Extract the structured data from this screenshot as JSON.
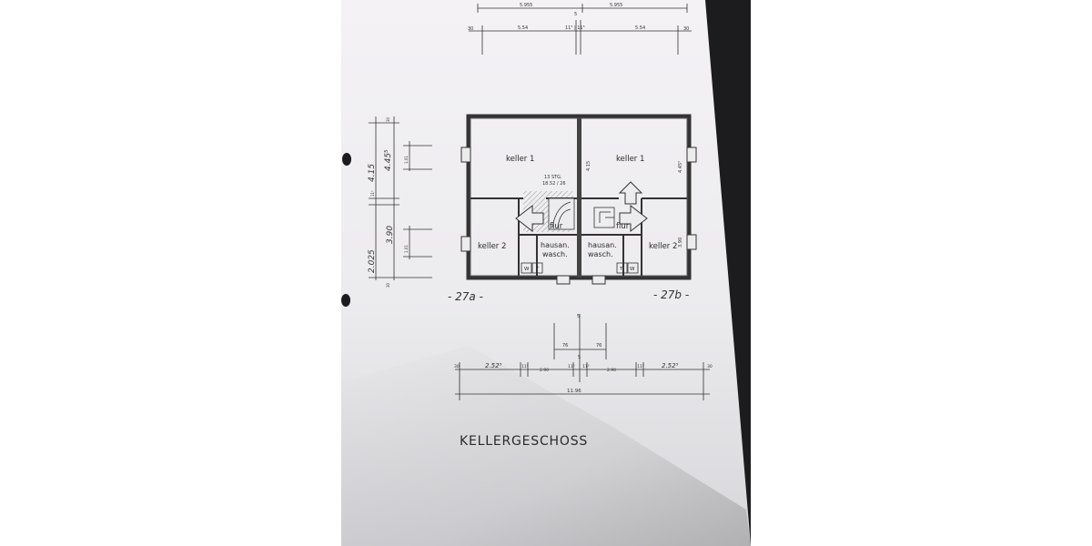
{
  "sheet": {
    "title": "KELLERGESCHOSS",
    "house_left": "- 27a -",
    "house_right": "- 27b -"
  },
  "rooms": {
    "keller1_left": "keller 1",
    "keller1_right": "keller 1",
    "keller2_left": "keller 2",
    "keller2_right": "keller 2",
    "flur_left": "flur",
    "flur_right": "flur",
    "hausan_left_1": "hausan.",
    "hausan_left_2": "wasch.",
    "hausan_right_1": "hausan.",
    "hausan_right_2": "wasch."
  },
  "stair_note": {
    "line1": "13 STG.",
    "line2": "18.52 / 26"
  },
  "fixtures": {
    "left_w": "W",
    "left_t": "T",
    "right_t": "T",
    "right_w": "W"
  },
  "dimensions": {
    "top_row1_left": "5.955",
    "top_row1_right": "5.955",
    "top_row2_left": "5.54",
    "top_row2_mid": "11⁵ | 11⁵",
    "top_row2_right": "5.54",
    "top_edge_left": "30",
    "top_edge_right": "30",
    "top_center": "5",
    "left_outer_1": "4.15",
    "left_outer_2": "3.90",
    "left_total": "4.45⁵",
    "left_bottom": "2.025",
    "left_small_1": "30",
    "left_small_2": "11⁵",
    "left_small_3": "30",
    "left_win_1": "1.01",
    "left_win_2": "1.01",
    "room_dim_k1": "4.15",
    "room_dim_k1_right": "4.45⁵",
    "room_dim_k2": "3.90",
    "bottom_mid_top": "5",
    "bottom_mid_left": "76",
    "bottom_mid_right": "76",
    "bottom_mid_center": "5",
    "bottom_row_1": "30",
    "bottom_row_2": "2.52⁵",
    "bottom_row_3": "11⁵",
    "bottom_row_4": "2.90",
    "bottom_row_5": "11⁵",
    "bottom_row_6": "11⁵",
    "bottom_row_7": "2.90",
    "bottom_row_8": "11⁵",
    "bottom_row_9": "2.52⁵",
    "bottom_row_10": "30",
    "bottom_total": "11.96"
  }
}
